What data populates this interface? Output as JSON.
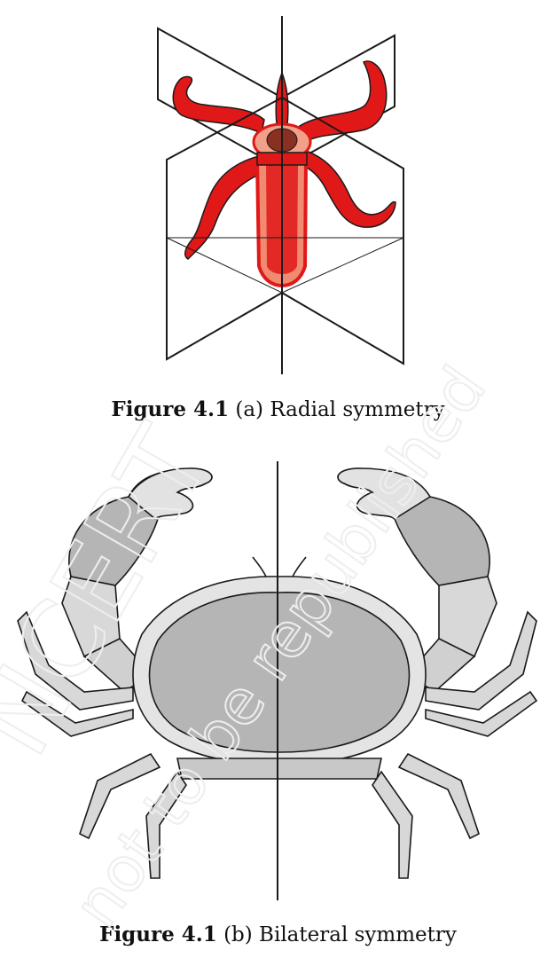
{
  "figure_a": {
    "caption_label": "Figure 4.1",
    "caption_text": "(a)  Radial symmetry"
  },
  "figure_b": {
    "caption_label": "Figure 4.1",
    "caption_text": "(b) Bilateral symmetry"
  },
  "watermark": {
    "text_1": "NCERT",
    "text_2": "not to be republished"
  },
  "colors": {
    "hydra_red": "#e01818",
    "hydra_pink": "#f08a70",
    "crab_shell": "#b5b5b5",
    "crab_light": "#d8d8d8",
    "line": "#1a1a1a"
  }
}
